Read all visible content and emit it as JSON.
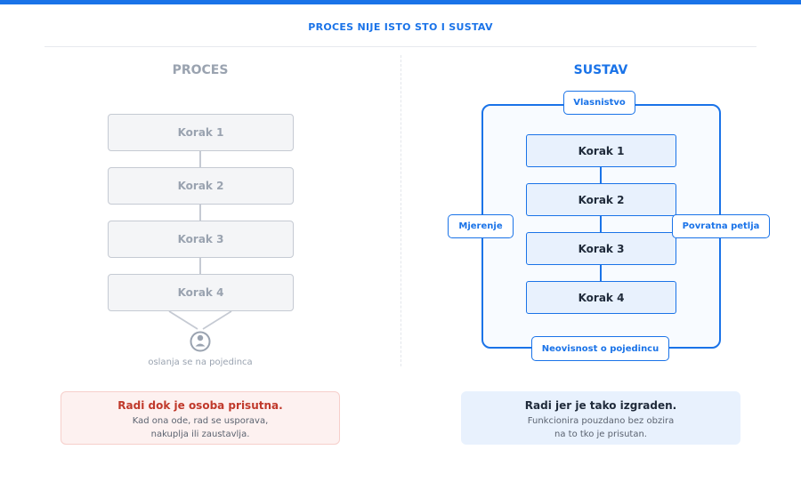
{
  "title": "PROCES NIJE ISTO STO I SUSTAV",
  "left": {
    "heading": "PROCES",
    "steps": [
      "Korak 1",
      "Korak 2",
      "Korak 3",
      "Korak 4"
    ],
    "person_caption": "oslanja se na pojedinca",
    "note": {
      "headline": "Radi dok je osoba prisutna.",
      "line1": "Kad ona ode, rad se usporava,",
      "line2": "nakuplja ili zaustavlja."
    }
  },
  "right": {
    "heading": "SUSTAV",
    "steps": [
      "Korak 1",
      "Korak 2",
      "Korak 3",
      "Korak 4"
    ],
    "labels": {
      "top": "Vlasnistvo",
      "left": "Mjerenje",
      "right": "Povratna petlja",
      "bottom": "Neovisnost o pojedincu"
    },
    "note": {
      "headline": "Radi jer je tako izgraden.",
      "line1": "Funkcionira pouzdano bez obzira",
      "line2": "na to tko je prisutan."
    }
  },
  "colors": {
    "accent": "#1a73e8",
    "muted": "#9aa3b0",
    "warning": "#c0392b"
  }
}
